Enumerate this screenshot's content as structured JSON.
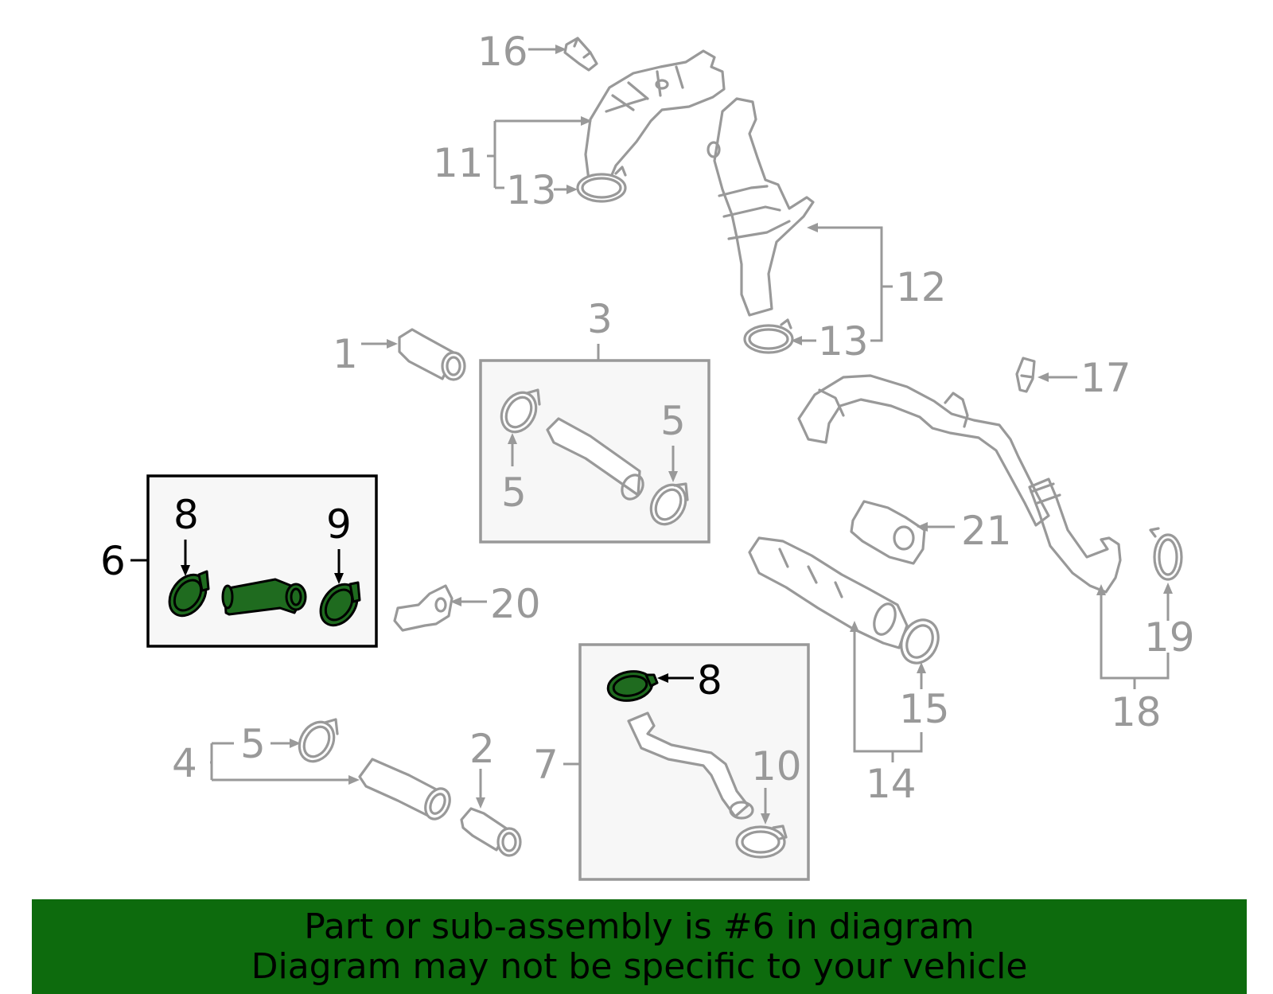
{
  "callouts": {
    "c1": "1",
    "c2": "2",
    "c3": "3",
    "c4": "4",
    "c5a": "5",
    "c5b": "5",
    "c5c": "5",
    "c6": "6",
    "c7": "7",
    "c8a": "8",
    "c8b": "8",
    "c9": "9",
    "c10": "10",
    "c11": "11",
    "c12": "12",
    "c13a": "13",
    "c13b": "13",
    "c14": "14",
    "c15": "15",
    "c16": "16",
    "c17": "17",
    "c18": "18",
    "c19": "19",
    "c20": "20",
    "c21": "21"
  },
  "highlight_color": "#1f6b1f",
  "banner": {
    "color": "#0d6b0d",
    "line1": "Part or sub-assembly is #6 in diagram",
    "line2": "Diagram may not be specific to your vehicle"
  }
}
